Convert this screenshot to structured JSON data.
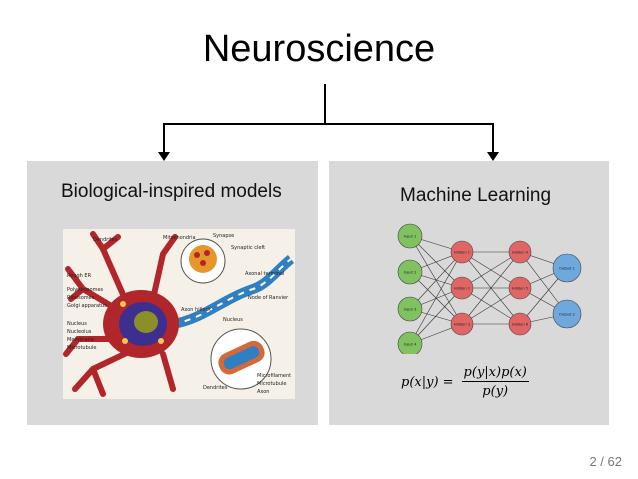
{
  "title": "Neuroscience",
  "left_panel": {
    "label": "Biological-inspired models",
    "neuron_labels": [
      "Dendrites",
      "Mitochondria",
      "Synapse",
      "Rough ER",
      "Polyribosomes",
      "Ribosomes",
      "Golgi apparatus",
      "Nucleus",
      "Nucleolus",
      "Membrane",
      "Microtubule",
      "Axon hillock",
      "Nucleus",
      "Microfilament",
      "Microtubule",
      "Axon",
      "Dendrites",
      "Node of Ranvier",
      "Axonal terminal",
      "Synaptic cleft"
    ]
  },
  "right_panel": {
    "label": "Machine Learning",
    "network": {
      "inputs": [
        "Input 1",
        "Input 2",
        "Input 3",
        "Input 4"
      ],
      "hidden1": [
        "Hidden 1",
        "Hidden 2",
        "Hidden 3"
      ],
      "hidden2": [
        "Hidden 4",
        "Hidden 5",
        "Hidden 6"
      ],
      "outputs": [
        "Output 1",
        "Output 2"
      ]
    },
    "formula": {
      "lhs": "p(x|y) =",
      "numerator": "p(y|x)p(x)",
      "denominator": "p(y)"
    }
  },
  "page_number": "2 / 62",
  "colors": {
    "panel_bg": "#d9d9d9",
    "input_node": "#7fc25f",
    "hidden_node": "#e06666",
    "output_node": "#6fa8dc",
    "membrane_red": "#b0262a",
    "axon_blue": "#2f7fc1"
  }
}
